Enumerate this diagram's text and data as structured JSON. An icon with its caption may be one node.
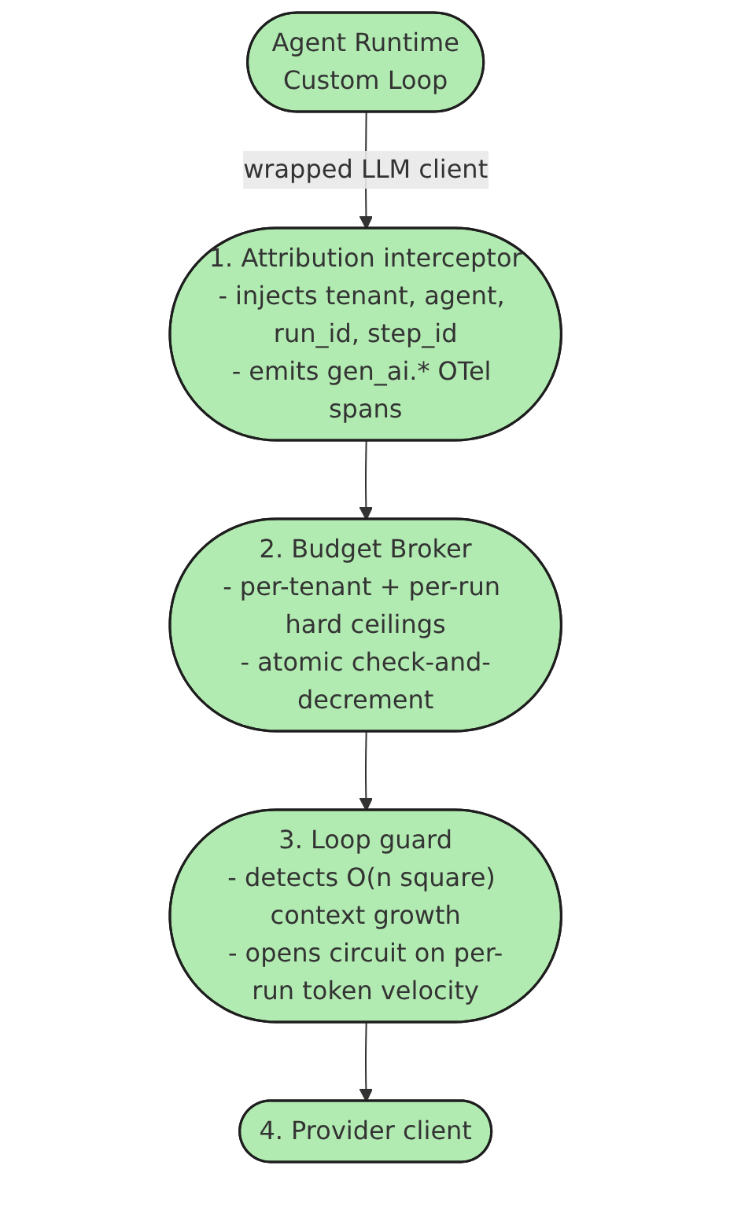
{
  "diagram": {
    "nodes": [
      {
        "text": [
          "Agent Runtime",
          "Custom Loop"
        ]
      },
      {
        "text": [
          "1. Attribution interceptor",
          "- injects tenant, agent, run_id, step_id",
          "- emits gen_ai.* OTel spans"
        ]
      },
      {
        "text": [
          "2. Budget Broker",
          "- per-tenant + per-run hard ceilings",
          "- atomic check-and-decrement"
        ]
      },
      {
        "text": [
          "3. Loop guard",
          "- detects O(n square) context growth",
          "- opens circuit on per-run token velocity"
        ]
      },
      {
        "text": [
          "4. Provider client"
        ]
      }
    ],
    "edges": [
      {
        "from": 0,
        "to": 1,
        "arrow": "to",
        "label": "wrapped LLM client"
      },
      {
        "from": 1,
        "to": 2,
        "arrow": "to"
      },
      {
        "from": 2,
        "to": 3,
        "arrow": "to"
      },
      {
        "from": 3,
        "to": 4,
        "arrow": "to"
      }
    ]
  }
}
